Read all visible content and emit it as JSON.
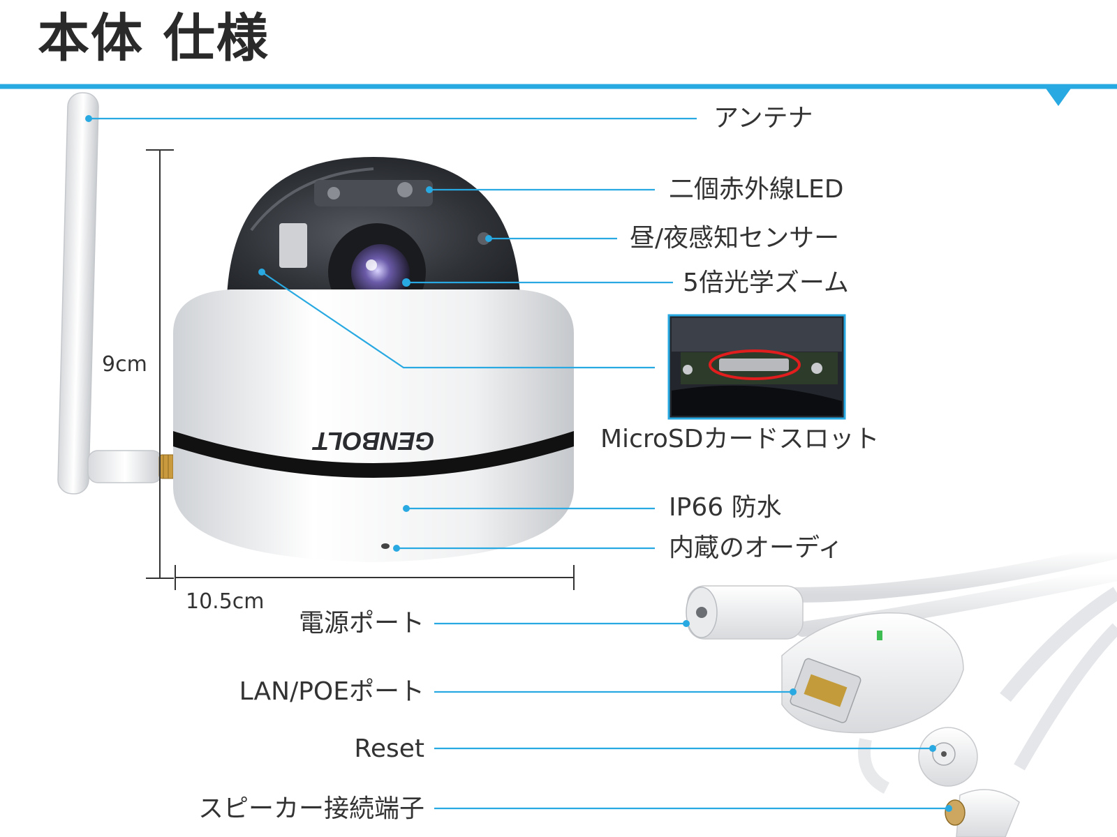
{
  "title": "本体 仕様",
  "colors": {
    "accent": "#29a9e1",
    "camera_white": "#f2f2f2",
    "dome_dark": "#3a3d44",
    "band_black": "#111111",
    "highlight_red": "#e11d1d"
  },
  "brand_logo": "GENBOLT",
  "dimensions": {
    "height": "9cm",
    "width": "10.5cm"
  },
  "callouts_right": [
    {
      "label": "アンテナ"
    },
    {
      "label": "二個赤外線LED"
    },
    {
      "label": "昼/夜感知センサー"
    },
    {
      "label": "5倍光学ズーム"
    },
    {
      "label": "MicroSDカードスロット"
    },
    {
      "label": "IP66 防水"
    },
    {
      "label": "内蔵のオーディ"
    }
  ],
  "callouts_left": [
    {
      "label": "電源ポート"
    },
    {
      "label": "LAN/POEポート"
    },
    {
      "label": "Reset"
    },
    {
      "label": "スピーカー接続端子"
    }
  ]
}
